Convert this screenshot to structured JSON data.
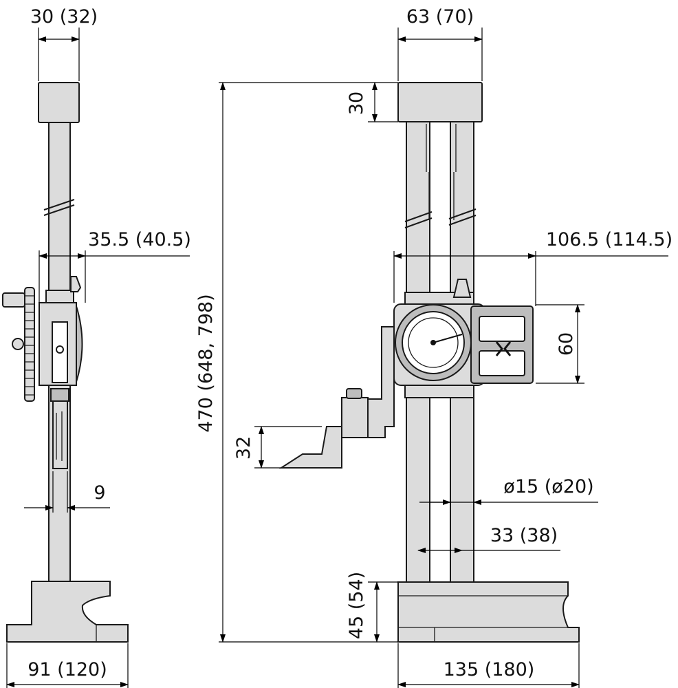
{
  "side_view": {
    "top_width": "30 (32)",
    "slider_depth": "35.5 (40.5)",
    "scriber_thickness": "9",
    "base_depth": "91 (120)"
  },
  "front_view": {
    "top_width": "63 (70)",
    "top_height": "30",
    "overall_height": "470 (648, 798)",
    "slider_width": "106.5 (114.5)",
    "slider_height": "60",
    "scriber_height": "32",
    "column_diameter": "ø15 (ø20)",
    "column_pitch": "33 (38)",
    "base_height": "45 (54)",
    "base_width": "135 (180)"
  }
}
